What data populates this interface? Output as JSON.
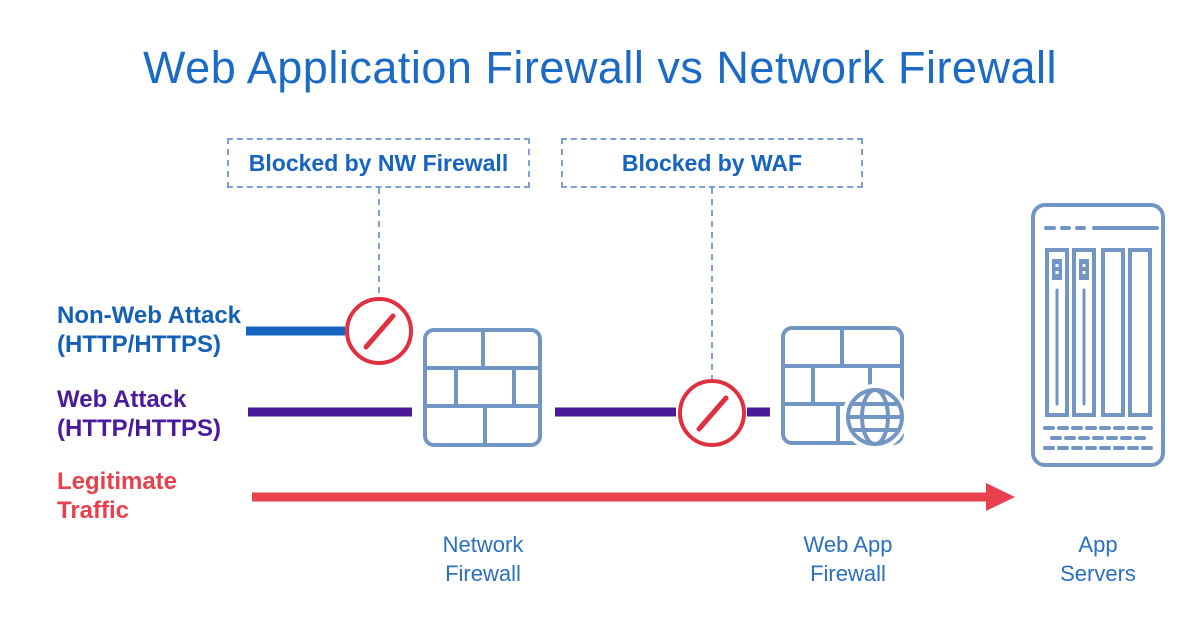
{
  "title": "Web Application Firewall vs Network Firewall",
  "callouts": {
    "nw": {
      "label": "Blocked by NW Firewall"
    },
    "waf": {
      "label": "Blocked by WAF"
    }
  },
  "traffic_legend": {
    "non_web_attack": {
      "label": "Non-Web Attack\n(HTTP/HTTPS)",
      "color": "#1360b6"
    },
    "web_attack": {
      "label": "Web Attack\n(HTTP/HTTPS)",
      "color": "#4a1a9b"
    },
    "legitimate": {
      "label": "Legitimate\nTraffic",
      "color": "#e8414d"
    }
  },
  "nodes": {
    "network_firewall": {
      "label": "Network\nFirewall"
    },
    "web_app_firewall": {
      "label": "Web App\nFirewall"
    },
    "app_servers": {
      "label": "App\nServers"
    }
  },
  "icons": {
    "blocked_by_nw": "blocked-no-entry-icon",
    "blocked_by_waf": "blocked-no-entry-icon",
    "network_firewall": "brick-wall-firewall-icon",
    "web_app_firewall": "brick-wall-globe-firewall-icon",
    "app_servers": "server-rack-icon",
    "legitimate_traffic": "arrow-right"
  },
  "colors": {
    "title_blue": "#1a6ac6",
    "callout_text_blue": "#1565c0",
    "non_web_line_blue": "#1565c0",
    "web_attack_purple": "#4a1a9b",
    "legit_traffic_red": "#e8414d",
    "blocked_circle_red": "#e0303f",
    "icon_steel_blue": "#7296c3",
    "dashed_guide_blue": "#7e9fd3",
    "background": "#ffffff"
  }
}
